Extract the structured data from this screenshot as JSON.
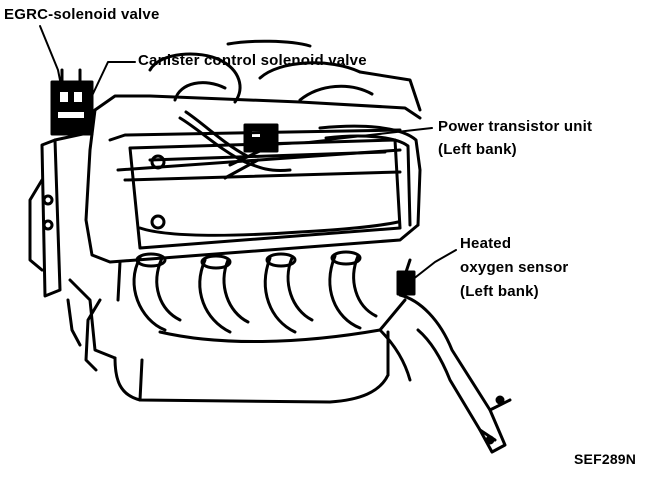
{
  "callouts": {
    "egrc": "EGRC-solenoid valve",
    "canister": "Canister control solenoid valve",
    "power_transistor": [
      "Power transistor unit",
      "(Left bank)"
    ],
    "oxygen_sensor": [
      "Heated",
      "oxygen sensor",
      "(Left bank)"
    ]
  },
  "figure_code": "SEF289N",
  "colors": {
    "ink": "#000000",
    "paper": "#ffffff"
  }
}
